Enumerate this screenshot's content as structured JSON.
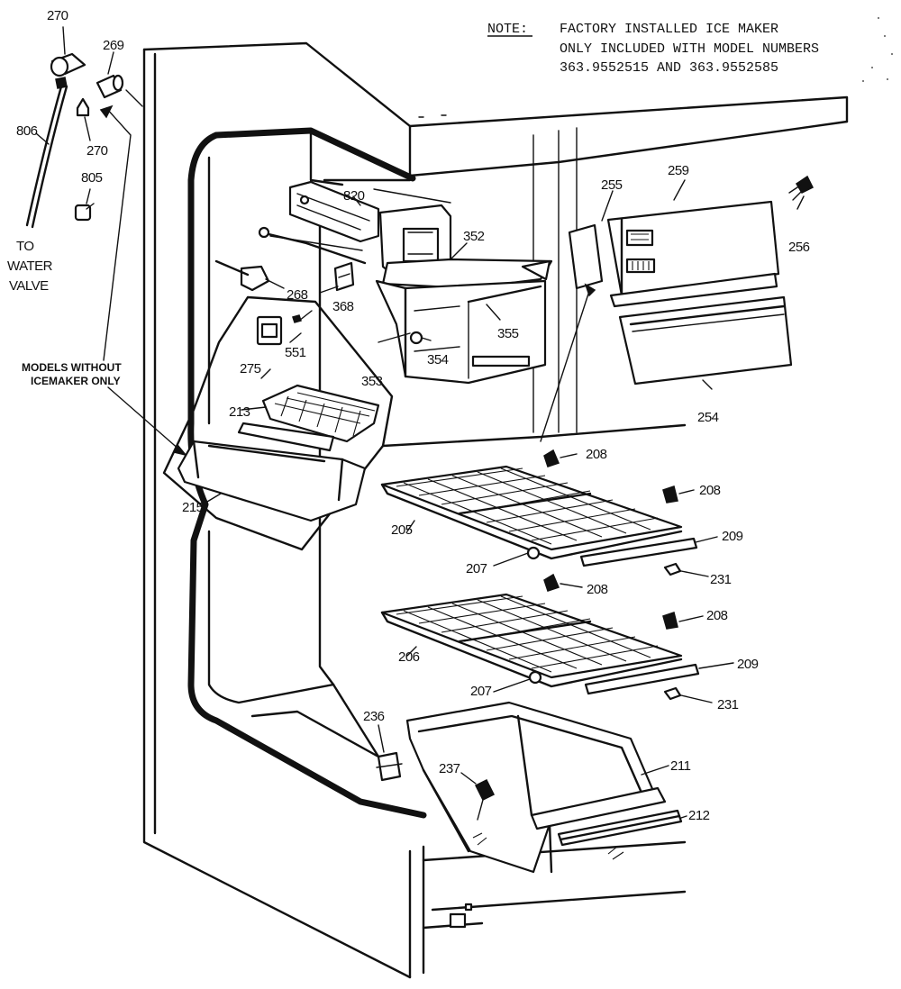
{
  "note": {
    "heading": "NOTE:",
    "line1": "FACTORY INSTALLED ICE MAKER",
    "line2": "ONLY INCLUDED WITH MODEL NUMBERS",
    "line3": "363.9552515 AND 363.9552585"
  },
  "callouts": {
    "water_valve_1": "TO",
    "water_valve_2": "WATER",
    "water_valve_3": "VALVE",
    "models_1": "MODELS WITHOUT",
    "models_2": "ICEMAKER ONLY"
  },
  "part_numbers": {
    "p270a": "270",
    "p269": "269",
    "p806": "806",
    "p270b": "270",
    "p805": "805",
    "p820": "820",
    "p352": "352",
    "p268": "268",
    "p368": "368",
    "p355": "355",
    "p354": "354",
    "p353": "353",
    "p275": "275",
    "p551": "551",
    "p213": "213",
    "p215": "215",
    "p255": "255",
    "p259": "259",
    "p256": "256",
    "p254": "254",
    "p208a": "208",
    "p208b": "208",
    "p205": "205",
    "p209a": "209",
    "p207a": "207",
    "p231a": "231",
    "p208c": "208",
    "p208d": "208",
    "p206": "206",
    "p209b": "209",
    "p207b": "207",
    "p231b": "231",
    "p236": "236",
    "p237": "237",
    "p211": "211",
    "p212": "212"
  }
}
